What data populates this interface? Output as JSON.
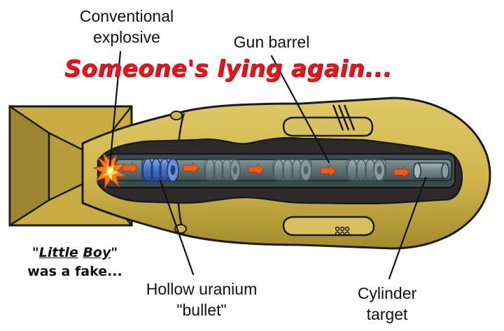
{
  "headline": "Someone's lying again...",
  "labels": {
    "conventional_explosive": [
      "Conventional",
      "explosive"
    ],
    "gun_barrel": "Gun barrel",
    "hollow_uranium_bullet": [
      "Hollow uranium",
      "\"bullet\""
    ],
    "cylinder_target": [
      "Cylinder",
      "target"
    ]
  },
  "caption": {
    "open_quote": "\"",
    "word1": "Little",
    "word2": "Boy",
    "close_quote": "\"",
    "line2": "was a fake..."
  },
  "colors": {
    "casing": "#cfb54a",
    "casing_dark": "#8e7a22",
    "interior": "#2e2a2c",
    "barrel": "#5b7174",
    "bullet": "#3f6fc2",
    "arrow": "#f25a1e",
    "headline": "#e8141c"
  },
  "icons": {
    "flash": "explosion-burst-icon",
    "arrows": "orange-arrow-icon"
  }
}
